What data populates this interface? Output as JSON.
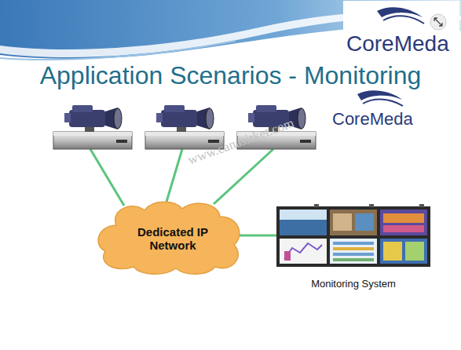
{
  "diagram": {
    "title": "Application Scenarios - Monitoring",
    "nodes": [
      {
        "text": [
          "Dedicated IP Network"
        ]
      },
      {
        "text": [
          "Monitoring System"
        ]
      }
    ],
    "edges": [
      {
        "from": 0,
        "to": 1,
        "arrow": "none"
      }
    ],
    "labels": [
      "CoreMeda",
      "CoreMeda",
      "www.canasirket.com"
    ]
  }
}
